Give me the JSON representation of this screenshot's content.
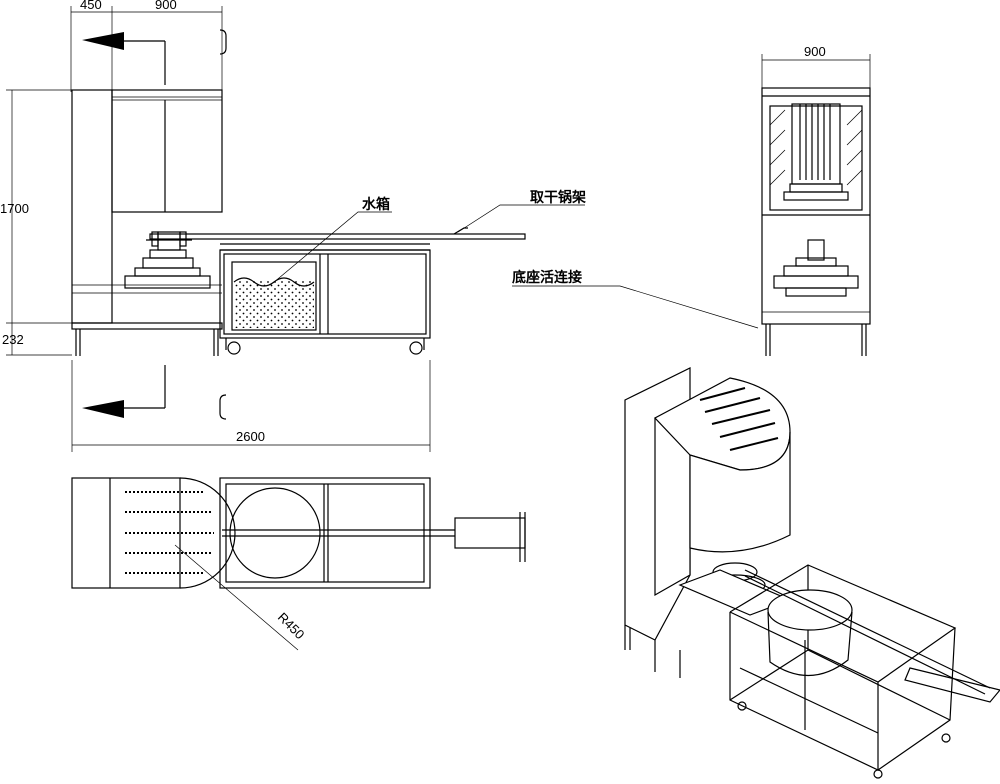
{
  "dimensions": {
    "top_450": "450",
    "top_900": "900",
    "height_1700": "1700",
    "base_232": "232",
    "length_2600": "2600",
    "side_900": "900",
    "radius": "R450"
  },
  "labels": {
    "water_tank": "水箱",
    "pot_rack": "取干锅架",
    "base_connection": "底座活连接"
  },
  "colors": {
    "line": "#000000",
    "background": "#ffffff"
  }
}
